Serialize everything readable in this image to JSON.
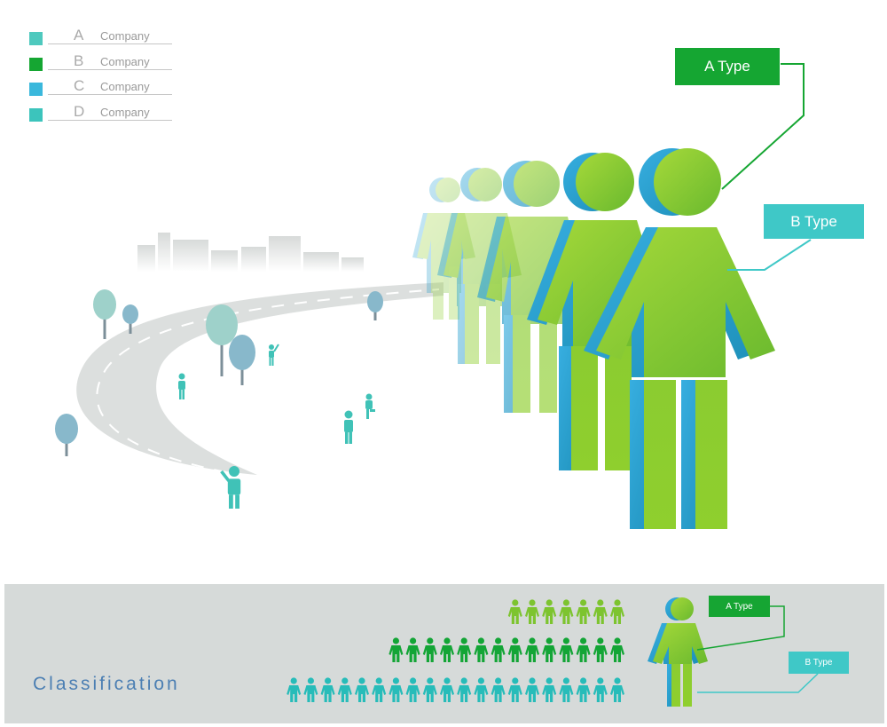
{
  "legend": [
    {
      "letter": "A",
      "label": "Company",
      "color": "#4ec9be"
    },
    {
      "letter": "B",
      "label": "Company",
      "color": "#15a632"
    },
    {
      "letter": "C",
      "label": "Company",
      "color": "#3ab8dc"
    },
    {
      "letter": "D",
      "label": "Company",
      "color": "#3cc4bc"
    }
  ],
  "callouts": {
    "type_a": "A Type",
    "type_b": "B  Type"
  },
  "classification": {
    "title": "Classification",
    "type_a": "A Type",
    "type_b": "B  Type",
    "rows": [
      {
        "count": 7,
        "color": "#7dc42f"
      },
      {
        "count": 14,
        "color": "#13a536"
      },
      {
        "count": 20,
        "color": "#27bcb9"
      }
    ]
  },
  "colors": {
    "green": "#8fcf2e",
    "blue_side": "#2f9fd6",
    "teal": "#3cc4bc",
    "strip": "#d6dad9"
  }
}
